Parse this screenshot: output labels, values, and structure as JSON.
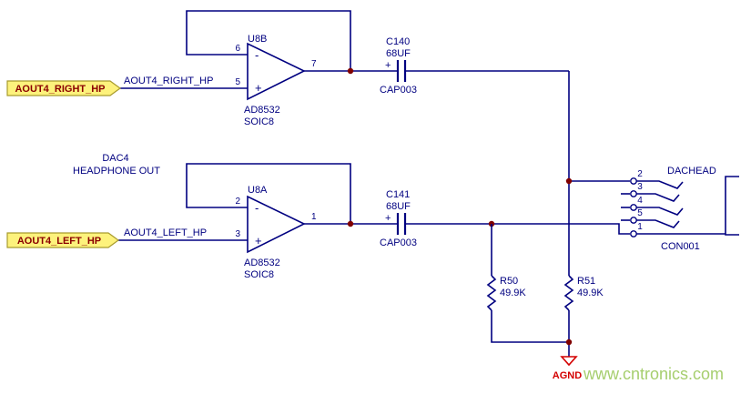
{
  "colors": {
    "ink": "#000080",
    "wire": "#000080",
    "junction": "#800000",
    "flag-fill": "#FDF27C",
    "flag-edge": "#A89B2D",
    "flag-text": "#8B0000",
    "gnd": "#D40000",
    "watermark": "#A6CE6E",
    "bg": "#FFFFFF"
  },
  "title": {
    "line1": "DAC4",
    "line2": "HEADPHONE OUT"
  },
  "nets": {
    "right": "AOUT4_RIGHT_HP",
    "left": "AOUT4_LEFT_HP"
  },
  "opamp_top": {
    "designator": "U8B",
    "part": "AD8532",
    "footprint": "SOIC8",
    "pin_inv": "6",
    "pin_noninv": "5",
    "pin_out": "7",
    "minus": "-",
    "plus": "+"
  },
  "opamp_bottom": {
    "designator": "U8A",
    "part": "AD8532",
    "footprint": "SOIC8",
    "pin_inv": "2",
    "pin_noninv": "3",
    "pin_out": "1",
    "minus": "-",
    "plus": "+"
  },
  "cap_top": {
    "designator": "C140",
    "value": "68UF",
    "footprint": "CAP003",
    "plus": "+"
  },
  "cap_bottom": {
    "designator": "C141",
    "value": "68UF",
    "footprint": "CAP003",
    "plus": "+"
  },
  "r50": {
    "designator": "R50",
    "value": "49.9K"
  },
  "r51": {
    "designator": "R51",
    "value": "49.9K"
  },
  "connector": {
    "name": "DACHEAD",
    "designator": "CON001",
    "pins": [
      "2",
      "3",
      "4",
      "5",
      "1"
    ]
  },
  "ground": {
    "label": "AGND"
  },
  "watermark": {
    "text": "www.cntronics.com"
  }
}
